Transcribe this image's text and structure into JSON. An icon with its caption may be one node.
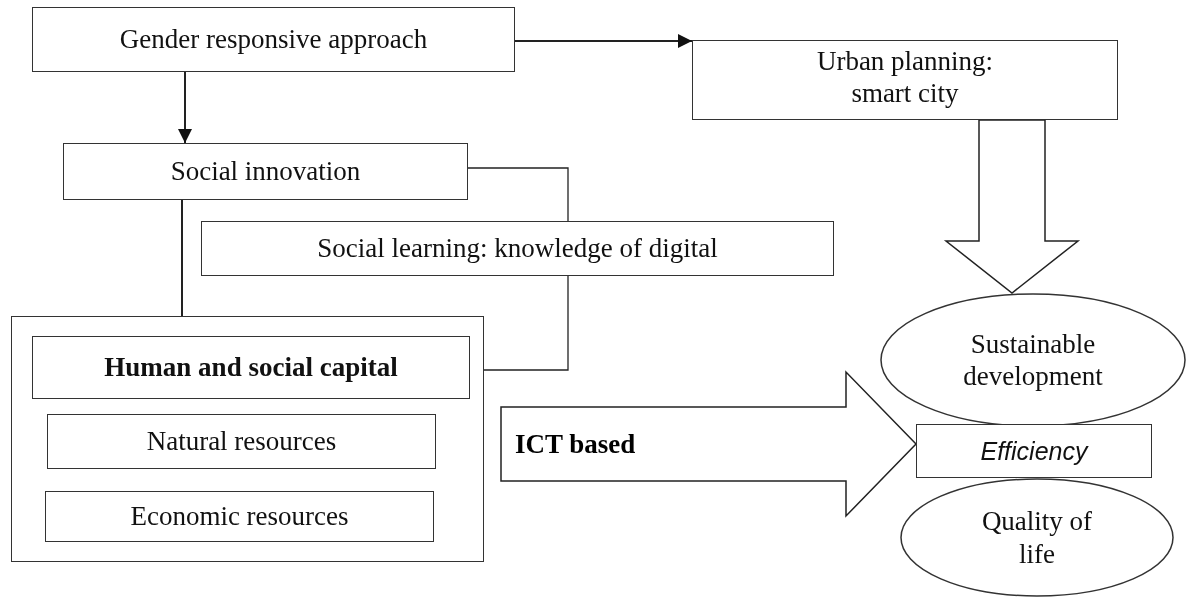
{
  "diagram": {
    "nodes": [
      {
        "text": [
          "Gender responsive approach"
        ]
      },
      {
        "text": [
          "Urban planning: smart city"
        ]
      },
      {
        "text": [
          "Social innovation"
        ]
      },
      {
        "text": [
          "Social learning: knowledge of digital"
        ]
      },
      {
        "text": [],
        "shape": "box"
      },
      {
        "text": [
          "Human and social capital"
        ],
        "in": 4
      },
      {
        "text": [
          "Natural resources"
        ],
        "in": 4
      },
      {
        "text": [
          "Economic resources"
        ],
        "in": 4
      },
      {
        "text": [
          "Sustainable development"
        ]
      },
      {
        "text": [
          "Efficiency"
        ]
      },
      {
        "text": [
          "Quality of life"
        ]
      }
    ],
    "edges": [
      {
        "from": 0,
        "to": 1,
        "arrow": "to"
      },
      {
        "from": 0,
        "to": 2,
        "arrow": "to"
      },
      {
        "from": 2,
        "to": 5,
        "arrow": "to"
      },
      {
        "from": 2,
        "to": 3,
        "arrow": "none"
      },
      {
        "from": 3,
        "to": 5,
        "arrow": "none"
      },
      {
        "from": 1,
        "to": 8,
        "arrow": "to",
        "style": "thick"
      },
      {
        "from": 4,
        "to": 9,
        "arrow": "to",
        "style": "thick",
        "label": "ICT based"
      }
    ]
  }
}
